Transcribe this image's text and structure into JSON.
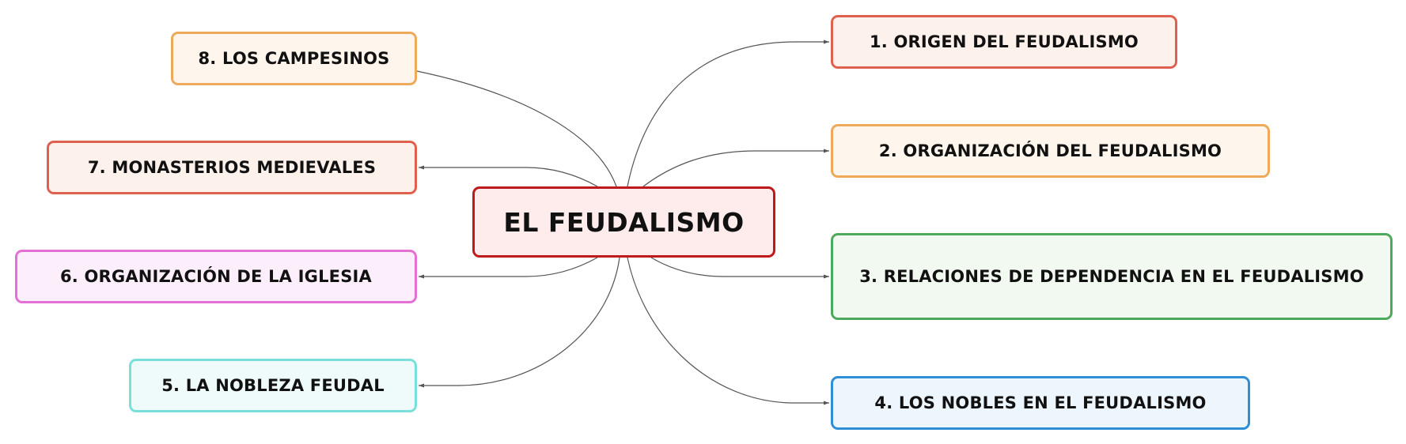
{
  "mindmap": {
    "center": {
      "label": "EL FEUDALISMO",
      "border": "#c0191b",
      "fill": "#fdeceb"
    },
    "branches": [
      {
        "label": "1. ORIGEN DEL FEUDALISMO",
        "border": "#e0604f",
        "fill": "#fdf1ec"
      },
      {
        "label": "2. ORGANIZACIÓN DEL FEUDALISMO",
        "border": "#eea95a",
        "fill": "#fef6ec"
      },
      {
        "label": "3. RELACIONES DE DEPENDENCIA EN EL FEUDALISMO",
        "border": "#4daa5d",
        "fill": "#f1f9f1"
      },
      {
        "label": "4. LOS NOBLES EN EL FEUDALISMO",
        "border": "#2f8fd6",
        "fill": "#eef6fd"
      },
      {
        "label": "5. LA NOBLEZA FEUDAL",
        "border": "#7adfd9",
        "fill": "#effbfa"
      },
      {
        "label": "6. ORGANIZACIÓN DE LA IGLESIA",
        "border": "#e46fd5",
        "fill": "#fdeefb"
      },
      {
        "label": "7. MONASTERIOS MEDIEVALES",
        "border": "#e0604f",
        "fill": "#fdf1ec"
      },
      {
        "label": "8. LOS CAMPESINOS",
        "border": "#eea95a",
        "fill": "#fef6ec"
      }
    ],
    "connector_color": "#555555"
  }
}
